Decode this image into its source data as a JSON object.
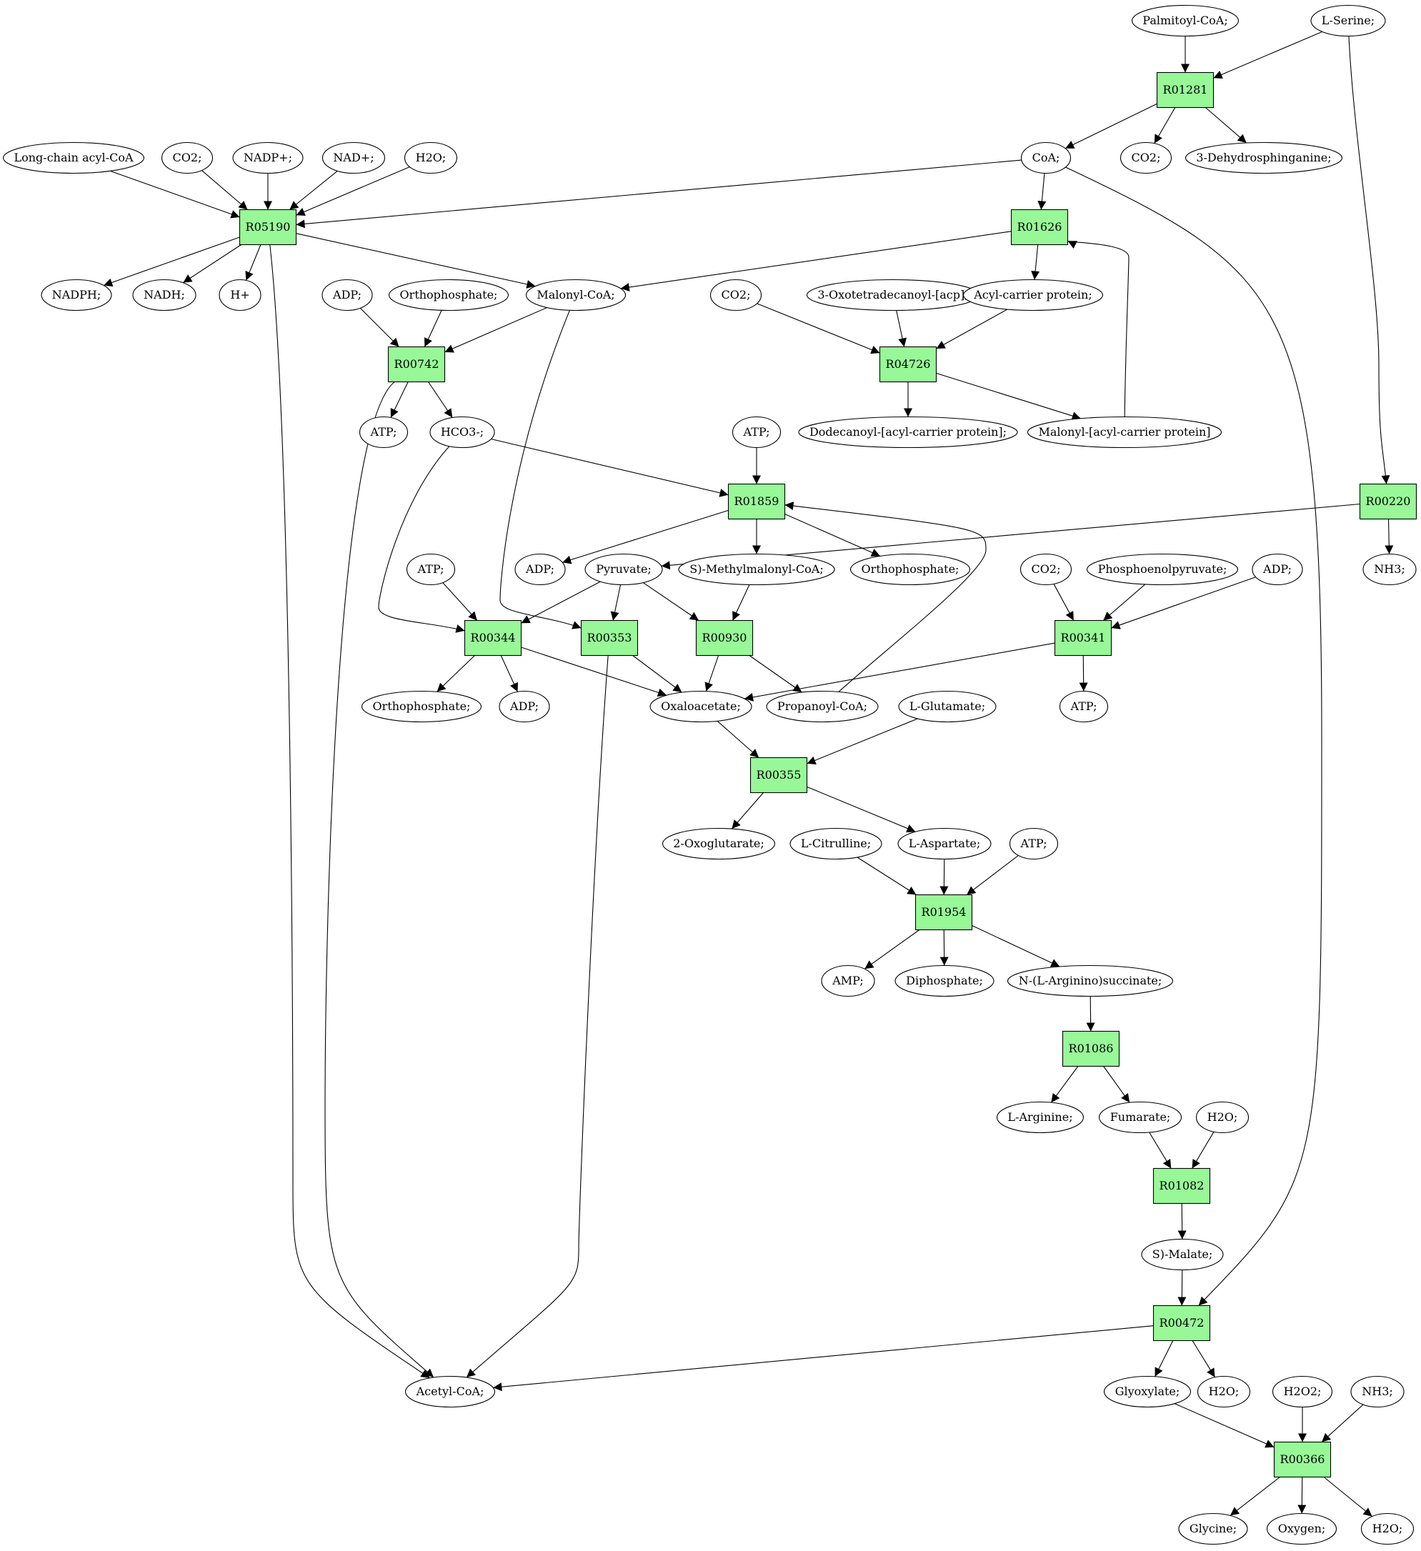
{
  "colors": {
    "reaction_fill": "#98f898",
    "source_fill": "#00ee00",
    "target_fill": "#ffff00",
    "default_fill": "#ffffff"
  },
  "nodes": [
    {
      "id": "r01281",
      "kind": "reaction",
      "label": "R01281"
    },
    {
      "id": "r05190",
      "kind": "reaction",
      "label": "R05190"
    },
    {
      "id": "r01626",
      "kind": "reaction",
      "label": "R01626"
    },
    {
      "id": "r00742",
      "kind": "reaction",
      "label": "R00742"
    },
    {
      "id": "r04726",
      "kind": "reaction",
      "label": "R04726"
    },
    {
      "id": "r01859",
      "kind": "reaction",
      "label": "R01859"
    },
    {
      "id": "r00220",
      "kind": "reaction",
      "label": "R00220"
    },
    {
      "id": "r00344",
      "kind": "reaction",
      "label": "R00344"
    },
    {
      "id": "r00353",
      "kind": "reaction",
      "label": "R00353"
    },
    {
      "id": "r00930",
      "kind": "reaction",
      "label": "R00930"
    },
    {
      "id": "r00341",
      "kind": "reaction",
      "label": "R00341"
    },
    {
      "id": "r00355",
      "kind": "reaction",
      "label": "R00355"
    },
    {
      "id": "r01954",
      "kind": "reaction",
      "label": "R01954"
    },
    {
      "id": "r01086",
      "kind": "reaction",
      "label": "R01086"
    },
    {
      "id": "r01082",
      "kind": "reaction",
      "label": "R01082"
    },
    {
      "id": "r00472",
      "kind": "reaction",
      "label": "R00472"
    },
    {
      "id": "r00366",
      "kind": "reaction",
      "label": "R00366"
    },
    {
      "id": "palmitoyl_coa",
      "kind": "metabolite",
      "label": "Palmitoyl-CoA;"
    },
    {
      "id": "l_serine",
      "kind": "source",
      "label": "L-Serine;"
    },
    {
      "id": "long_chain_acyl_coa",
      "kind": "metabolite",
      "label": "Long-chain acyl-CoA"
    },
    {
      "id": "co2_a",
      "kind": "metabolite",
      "label": "CO2;"
    },
    {
      "id": "nadp",
      "kind": "metabolite",
      "label": "NADP+;"
    },
    {
      "id": "nad",
      "kind": "metabolite",
      "label": "NAD+;"
    },
    {
      "id": "h2o_a",
      "kind": "metabolite",
      "label": "H2O;"
    },
    {
      "id": "coa",
      "kind": "metabolite",
      "label": "CoA;"
    },
    {
      "id": "co2_b",
      "kind": "metabolite",
      "label": "CO2;"
    },
    {
      "id": "dehydrosphinganine",
      "kind": "metabolite",
      "label": "3-Dehydrosphinganine;"
    },
    {
      "id": "nadph",
      "kind": "metabolite",
      "label": "NADPH;"
    },
    {
      "id": "nadh",
      "kind": "metabolite",
      "label": "NADH;"
    },
    {
      "id": "hplus",
      "kind": "metabolite",
      "label": "H+"
    },
    {
      "id": "adp_a",
      "kind": "metabolite",
      "label": "ADP;"
    },
    {
      "id": "orthophosphate_a",
      "kind": "metabolite",
      "label": "Orthophosphate;"
    },
    {
      "id": "malonyl_coa",
      "kind": "metabolite",
      "label": "Malonyl-CoA;"
    },
    {
      "id": "co2_c",
      "kind": "metabolite",
      "label": "CO2;"
    },
    {
      "id": "oxotetradecanoyl",
      "kind": "metabolite",
      "label": "3-Oxotetradecanoyl-[acp];"
    },
    {
      "id": "acyl_carrier",
      "kind": "metabolite",
      "label": "Acyl-carrier protein;"
    },
    {
      "id": "atp_a",
      "kind": "metabolite",
      "label": "ATP;"
    },
    {
      "id": "hco3",
      "kind": "metabolite",
      "label": "HCO3-;"
    },
    {
      "id": "dodecanoyl",
      "kind": "metabolite",
      "label": "Dodecanoyl-[acyl-carrier protein];"
    },
    {
      "id": "malonyl_acp",
      "kind": "metabolite",
      "label": "Malonyl-[acyl-carrier protein]"
    },
    {
      "id": "atp_b",
      "kind": "metabolite",
      "label": "ATP;"
    },
    {
      "id": "atp_c",
      "kind": "metabolite",
      "label": "ATP;"
    },
    {
      "id": "adp_b",
      "kind": "metabolite",
      "label": "ADP;"
    },
    {
      "id": "pyruvate",
      "kind": "metabolite",
      "label": "Pyruvate;"
    },
    {
      "id": "methylmalonyl",
      "kind": "metabolite",
      "label": "S)-Methylmalonyl-CoA;"
    },
    {
      "id": "orthophosphate_b",
      "kind": "metabolite",
      "label": "Orthophosphate;"
    },
    {
      "id": "co2_d",
      "kind": "metabolite",
      "label": "CO2;"
    },
    {
      "id": "pep",
      "kind": "metabolite",
      "label": "Phosphoenolpyruvate;"
    },
    {
      "id": "adp_c",
      "kind": "metabolite",
      "label": "ADP;"
    },
    {
      "id": "nh3_a",
      "kind": "metabolite",
      "label": "NH3;"
    },
    {
      "id": "orthophosphate_c",
      "kind": "metabolite",
      "label": "Orthophosphate;"
    },
    {
      "id": "adp_d",
      "kind": "metabolite",
      "label": "ADP;"
    },
    {
      "id": "oxaloacetate",
      "kind": "metabolite",
      "label": "Oxaloacetate;"
    },
    {
      "id": "propanoyl",
      "kind": "metabolite",
      "label": "Propanoyl-CoA;"
    },
    {
      "id": "l_glutamate",
      "kind": "metabolite",
      "label": "L-Glutamate;"
    },
    {
      "id": "atp_d",
      "kind": "metabolite",
      "label": "ATP;"
    },
    {
      "id": "oxoglutarate",
      "kind": "metabolite",
      "label": "2-Oxoglutarate;"
    },
    {
      "id": "citrulline",
      "kind": "metabolite",
      "label": "L-Citrulline;"
    },
    {
      "id": "aspartate",
      "kind": "metabolite",
      "label": "L-Aspartate;"
    },
    {
      "id": "atp_e",
      "kind": "metabolite",
      "label": "ATP;"
    },
    {
      "id": "amp",
      "kind": "metabolite",
      "label": "AMP;"
    },
    {
      "id": "diphosphate",
      "kind": "metabolite",
      "label": "Diphosphate;"
    },
    {
      "id": "argininosuccinate",
      "kind": "metabolite",
      "label": "N-(L-Arginino)succinate;"
    },
    {
      "id": "arginine",
      "kind": "metabolite",
      "label": "L-Arginine;"
    },
    {
      "id": "fumarate",
      "kind": "metabolite",
      "label": "Fumarate;"
    },
    {
      "id": "h2o_b",
      "kind": "metabolite",
      "label": "H2O;"
    },
    {
      "id": "malate",
      "kind": "metabolite",
      "label": "S)-Malate;"
    },
    {
      "id": "acetyl_coa",
      "kind": "metabolite",
      "label": "Acetyl-CoA;"
    },
    {
      "id": "glyoxylate",
      "kind": "metabolite",
      "label": "Glyoxylate;"
    },
    {
      "id": "h2o_c",
      "kind": "metabolite",
      "label": "H2O;"
    },
    {
      "id": "h2o2",
      "kind": "metabolite",
      "label": "H2O2;"
    },
    {
      "id": "nh3_b",
      "kind": "metabolite",
      "label": "NH3;"
    },
    {
      "id": "glycine",
      "kind": "target",
      "label": "Glycine;"
    },
    {
      "id": "oxygen",
      "kind": "metabolite",
      "label": "Oxygen;"
    },
    {
      "id": "h2o_d",
      "kind": "metabolite",
      "label": "H2O;"
    }
  ],
  "edges": [
    {
      "from": "palmitoyl_coa",
      "to": "r01281"
    },
    {
      "from": "l_serine",
      "to": "r01281"
    },
    {
      "from": "l_serine",
      "to": "r00220"
    },
    {
      "from": "r01281",
      "to": "coa"
    },
    {
      "from": "r01281",
      "to": "co2_b"
    },
    {
      "from": "r01281",
      "to": "dehydrosphinganine"
    },
    {
      "from": "long_chain_acyl_coa",
      "to": "r05190"
    },
    {
      "from": "co2_a",
      "to": "r05190"
    },
    {
      "from": "nadp",
      "to": "r05190"
    },
    {
      "from": "nad",
      "to": "r05190"
    },
    {
      "from": "h2o_a",
      "to": "r05190"
    },
    {
      "from": "coa",
      "to": "r05190"
    },
    {
      "from": "coa",
      "to": "r01626"
    },
    {
      "from": "coa",
      "to": "r00472"
    },
    {
      "from": "r05190",
      "to": "nadph"
    },
    {
      "from": "r05190",
      "to": "nadh"
    },
    {
      "from": "r05190",
      "to": "hplus"
    },
    {
      "from": "r05190",
      "to": "malonyl_coa"
    },
    {
      "from": "r05190",
      "to": "acetyl_coa"
    },
    {
      "from": "r01626",
      "to": "malonyl_coa"
    },
    {
      "from": "r01626",
      "to": "acyl_carrier"
    },
    {
      "from": "malonyl_acp",
      "to": "r01626"
    },
    {
      "from": "adp_a",
      "to": "r00742"
    },
    {
      "from": "orthophosphate_a",
      "to": "r00742"
    },
    {
      "from": "malonyl_coa",
      "to": "r00742"
    },
    {
      "from": "malonyl_coa",
      "to": "r00353"
    },
    {
      "from": "r00742",
      "to": "atp_a"
    },
    {
      "from": "r00742",
      "to": "hco3"
    },
    {
      "from": "r00742",
      "to": "acetyl_coa"
    },
    {
      "from": "co2_c",
      "to": "r04726"
    },
    {
      "from": "oxotetradecanoyl",
      "to": "r04726"
    },
    {
      "from": "acyl_carrier",
      "to": "r04726"
    },
    {
      "from": "r04726",
      "to": "dodecanoyl"
    },
    {
      "from": "r04726",
      "to": "malonyl_acp"
    },
    {
      "from": "atp_b",
      "to": "r01859"
    },
    {
      "from": "hco3",
      "to": "r01859"
    },
    {
      "from": "hco3",
      "to": "r00344"
    },
    {
      "from": "propanoyl",
      "to": "r01859"
    },
    {
      "from": "r01859",
      "to": "adp_b"
    },
    {
      "from": "r01859",
      "to": "methylmalonyl"
    },
    {
      "from": "r01859",
      "to": "orthophosphate_b"
    },
    {
      "from": "r00220",
      "to": "pyruvate"
    },
    {
      "from": "r00220",
      "to": "nh3_a"
    },
    {
      "from": "atp_c",
      "to": "r00344"
    },
    {
      "from": "pyruvate",
      "to": "r00344"
    },
    {
      "from": "pyruvate",
      "to": "r00353"
    },
    {
      "from": "pyruvate",
      "to": "r00930"
    },
    {
      "from": "methylmalonyl",
      "to": "r00930"
    },
    {
      "from": "co2_d",
      "to": "r00341"
    },
    {
      "from": "pep",
      "to": "r00341"
    },
    {
      "from": "adp_c",
      "to": "r00341"
    },
    {
      "from": "r00344",
      "to": "orthophosphate_c"
    },
    {
      "from": "r00344",
      "to": "adp_d"
    },
    {
      "from": "r00344",
      "to": "oxaloacetate"
    },
    {
      "from": "r00353",
      "to": "oxaloacetate"
    },
    {
      "from": "r00353",
      "to": "acetyl_coa"
    },
    {
      "from": "r00930",
      "to": "oxaloacetate"
    },
    {
      "from": "r00930",
      "to": "propanoyl"
    },
    {
      "from": "r00341",
      "to": "oxaloacetate"
    },
    {
      "from": "r00341",
      "to": "atp_d"
    },
    {
      "from": "oxaloacetate",
      "to": "r00355"
    },
    {
      "from": "l_glutamate",
      "to": "r00355"
    },
    {
      "from": "r00355",
      "to": "oxoglutarate"
    },
    {
      "from": "r00355",
      "to": "aspartate"
    },
    {
      "from": "citrulline",
      "to": "r01954"
    },
    {
      "from": "aspartate",
      "to": "r01954"
    },
    {
      "from": "atp_e",
      "to": "r01954"
    },
    {
      "from": "r01954",
      "to": "amp"
    },
    {
      "from": "r01954",
      "to": "diphosphate"
    },
    {
      "from": "r01954",
      "to": "argininosuccinate"
    },
    {
      "from": "argininosuccinate",
      "to": "r01086"
    },
    {
      "from": "r01086",
      "to": "arginine"
    },
    {
      "from": "r01086",
      "to": "fumarate"
    },
    {
      "from": "fumarate",
      "to": "r01082"
    },
    {
      "from": "h2o_b",
      "to": "r01082"
    },
    {
      "from": "r01082",
      "to": "malate"
    },
    {
      "from": "malate",
      "to": "r00472"
    },
    {
      "from": "r00472",
      "to": "acetyl_coa"
    },
    {
      "from": "r00472",
      "to": "glyoxylate"
    },
    {
      "from": "r00472",
      "to": "h2o_c"
    },
    {
      "from": "glyoxylate",
      "to": "r00366"
    },
    {
      "from": "h2o2",
      "to": "r00366"
    },
    {
      "from": "nh3_b",
      "to": "r00366"
    },
    {
      "from": "r00366",
      "to": "glycine"
    },
    {
      "from": "r00366",
      "to": "oxygen"
    },
    {
      "from": "r00366",
      "to": "h2o_d"
    }
  ]
}
